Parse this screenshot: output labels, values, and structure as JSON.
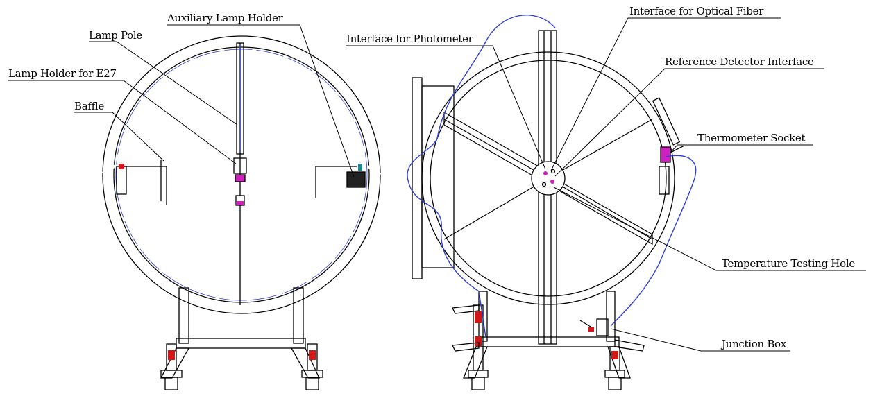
{
  "labels": {
    "auxiliary_lamp_holder": "Auxiliary Lamp Holder",
    "lamp_pole": "Lamp Pole",
    "lamp_holder_e27": "Lamp Holder for E27",
    "baffle": "Baffle",
    "interface_photometer": "Interface for Photometer",
    "interface_optical_fiber": "Interface for Optical Fiber",
    "reference_detector_interface": "Reference Detector Interface",
    "thermometer_socket": "Thermometer Socket",
    "temperature_testing_hole": "Temperature Testing Hole",
    "junction_box": "Junction Box"
  },
  "colors": {
    "line": "#000000",
    "cable": "#2f3fd6",
    "accent_red": "#d01818",
    "accent_magenta": "#d020c0",
    "accent_teal": "#1a8a8a"
  }
}
